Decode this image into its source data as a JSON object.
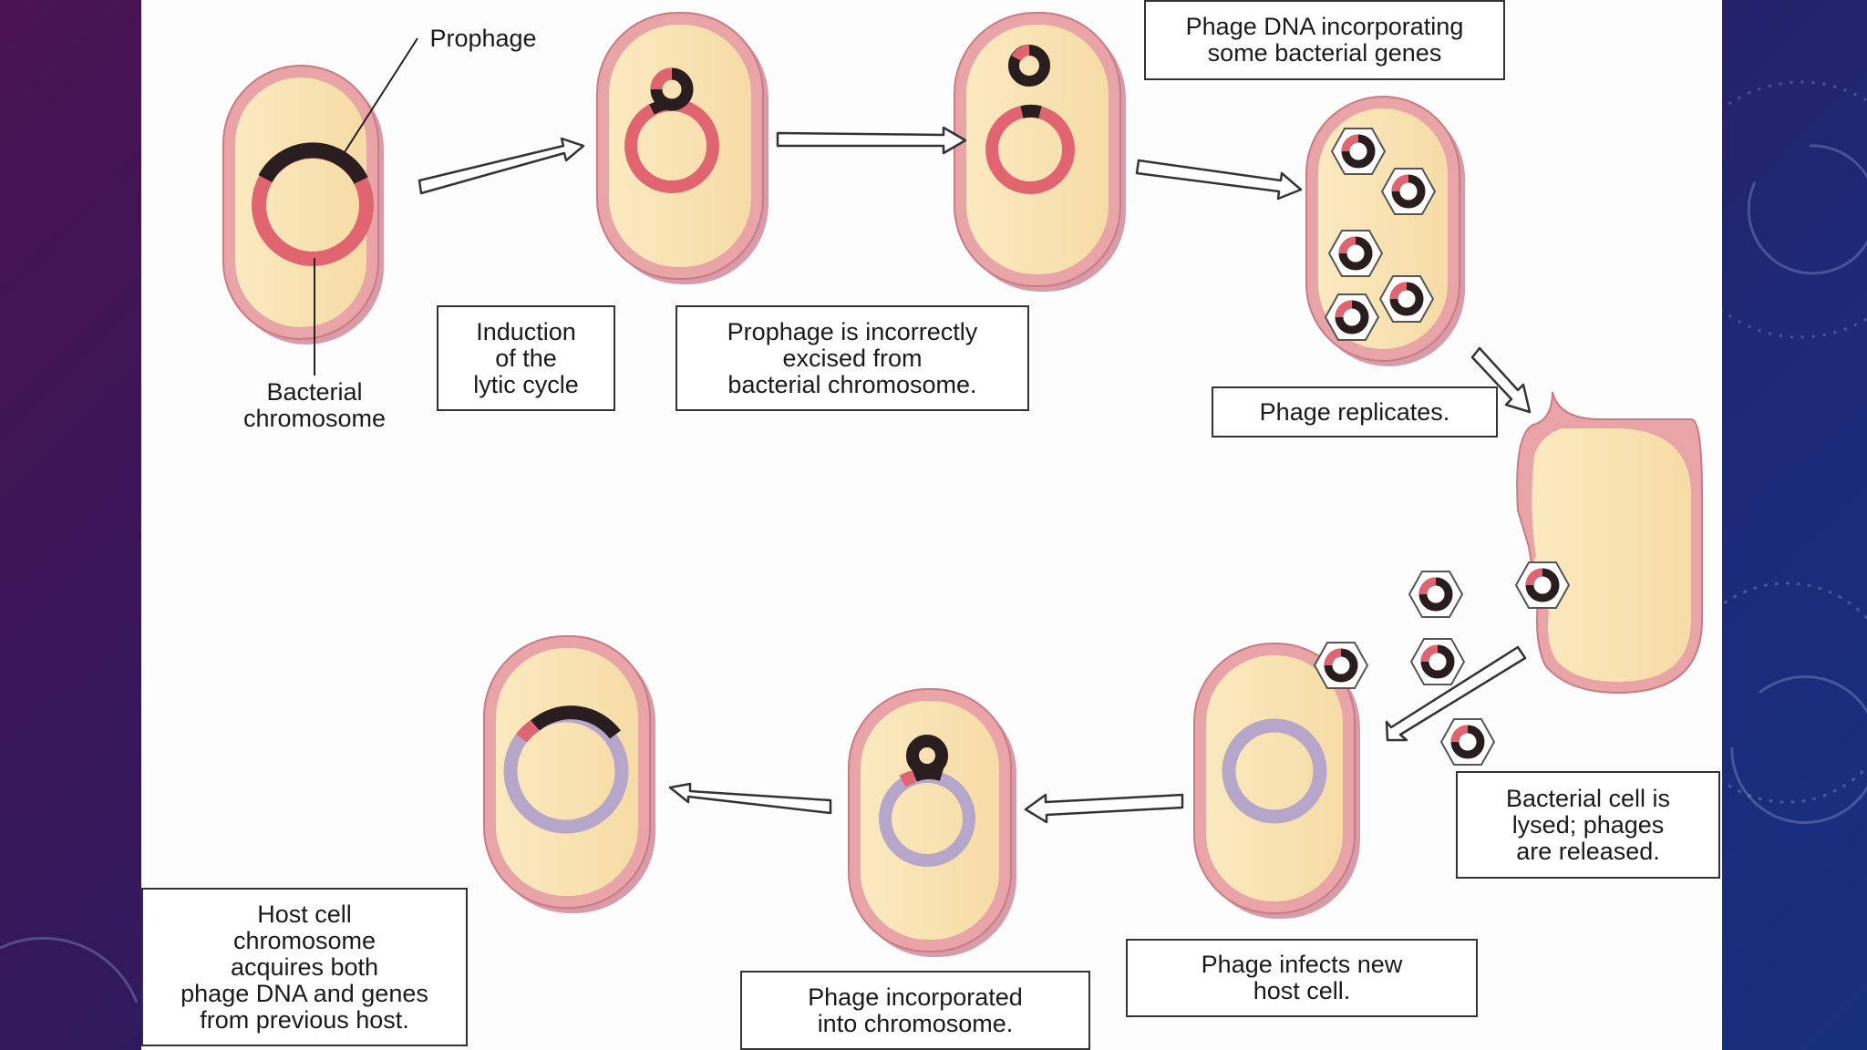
{
  "diagram": {
    "annotations": {
      "prophage": "Prophage",
      "bacterial_chromosome": "Bacterial\nchromosome"
    },
    "steps": [
      {
        "id": "induction",
        "text": "Induction\nof the\nlytic cycle"
      },
      {
        "id": "excision",
        "text": "Prophage is incorrectly\nexcised from\nbacterial chromosome."
      },
      {
        "id": "incorporating",
        "text": "Phage DNA incorporating\nsome bacterial genes"
      },
      {
        "id": "replicates",
        "text": "Phage replicates."
      },
      {
        "id": "lysed",
        "text": "Bacterial cell is\nlysed; phages\nare released."
      },
      {
        "id": "infects",
        "text": "Phage infects new\nhost cell."
      },
      {
        "id": "incorporated",
        "text": "Phage incorporated\ninto chromosome."
      },
      {
        "id": "acquires",
        "text": "Host cell\nchromosome\nacquires both\nphage DNA and genes\nfrom previous host."
      }
    ]
  }
}
